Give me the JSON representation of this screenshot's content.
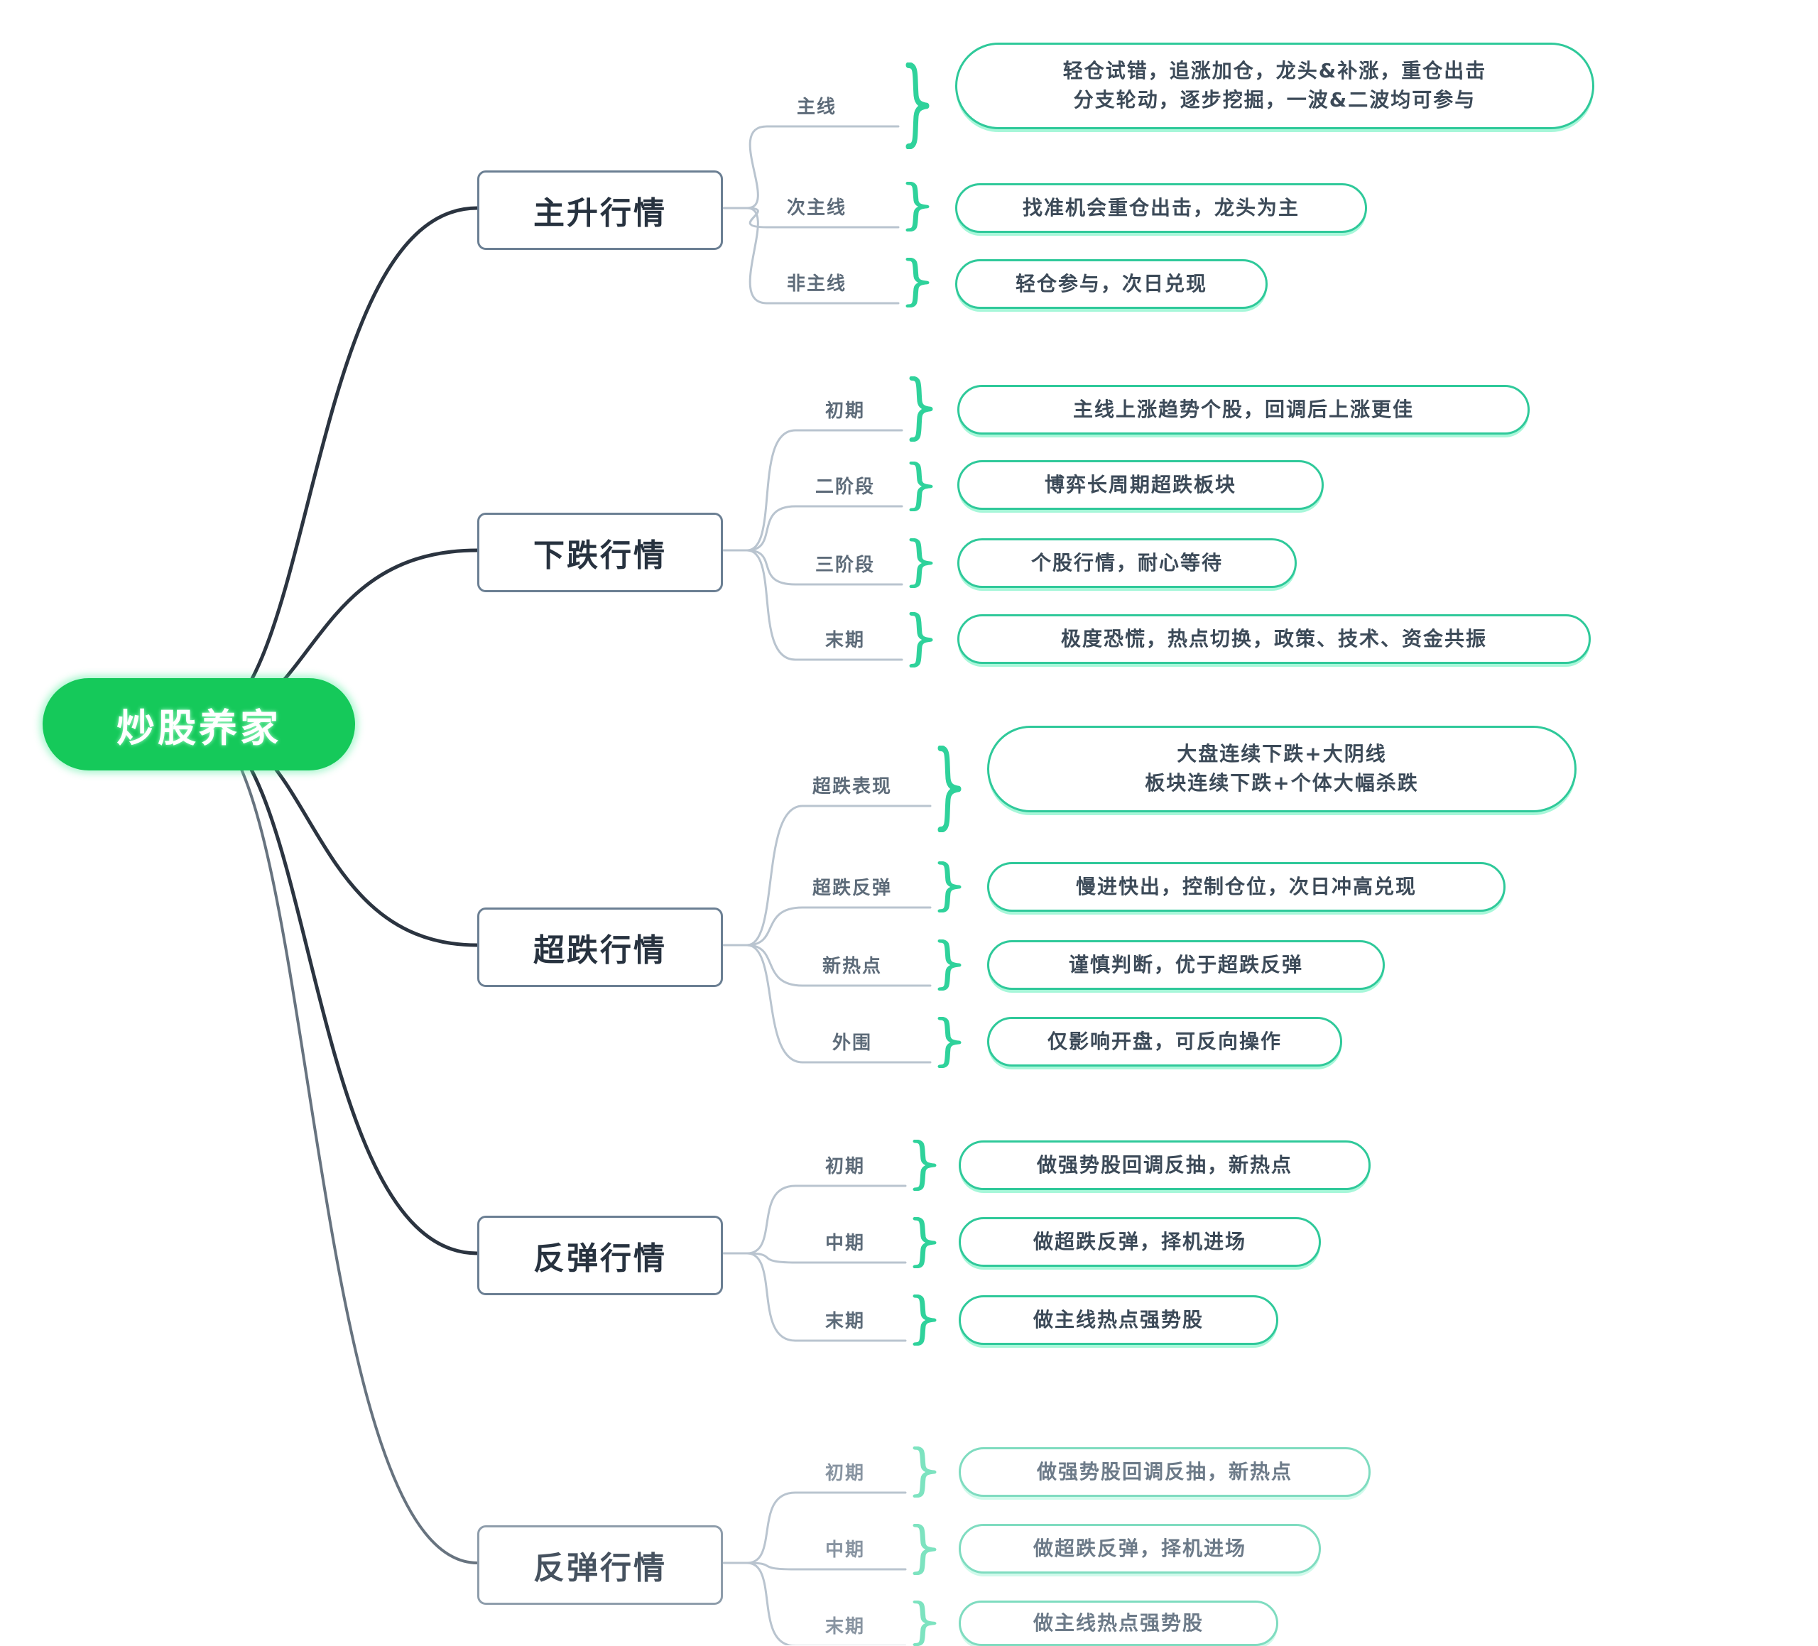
{
  "title": "炒股养家 行情策略思维导图",
  "colors": {
    "root_fill": "#15c95a",
    "root_text": "#ffffff",
    "branch_border": "#6b7f93",
    "leaf_border": "#2fc99a",
    "brace": "#2fd29b",
    "connector": "#2b3440",
    "sub_connector": "#b9c4cf",
    "background": "#ffffff"
  },
  "root": {
    "label": "炒股养家"
  },
  "branches": [
    {
      "label": "主升行情",
      "faded": false,
      "children": [
        {
          "label": "主线",
          "lines": [
            "轻仓试错，追涨加仓，龙头&补涨，重仓出击",
            "分支轮动，逐步挖掘，一波&二波均可参与"
          ]
        },
        {
          "label": "次主线",
          "lines": [
            "找准机会重仓出击，龙头为主"
          ]
        },
        {
          "label": "非主线",
          "lines": [
            "轻仓参与，次日兑现"
          ]
        }
      ]
    },
    {
      "label": "下跌行情",
      "faded": false,
      "children": [
        {
          "label": "初期",
          "lines": [
            "主线上涨趋势个股，回调后上涨更佳"
          ]
        },
        {
          "label": "二阶段",
          "lines": [
            "博弈长周期超跌板块"
          ]
        },
        {
          "label": "三阶段",
          "lines": [
            "个股行情，耐心等待"
          ]
        },
        {
          "label": "末期",
          "lines": [
            "极度恐慌，热点切换，政策、技术、资金共振"
          ]
        }
      ]
    },
    {
      "label": "超跌行情",
      "faded": false,
      "children": [
        {
          "label": "超跌表现",
          "lines": [
            "大盘连续下跌+大阴线",
            "板块连续下跌+个体大幅杀跌"
          ]
        },
        {
          "label": "超跌反弹",
          "lines": [
            "慢进快出，控制仓位，次日冲高兑现"
          ]
        },
        {
          "label": "新热点",
          "lines": [
            "谨慎判断，优于超跌反弹"
          ]
        },
        {
          "label": "外围",
          "lines": [
            "仅影响开盘，可反向操作"
          ]
        }
      ]
    },
    {
      "label": "反弹行情",
      "faded": false,
      "children": [
        {
          "label": "初期",
          "lines": [
            "做强势股回调反抽，新热点"
          ]
        },
        {
          "label": "中期",
          "lines": [
            "做超跌反弹，择机进场"
          ]
        },
        {
          "label": "末期",
          "lines": [
            "做主线热点强势股"
          ]
        }
      ]
    },
    {
      "label": "反弹行情",
      "faded": true,
      "children": [
        {
          "label": "初期",
          "lines": [
            "做强势股回调反抽，新热点"
          ]
        },
        {
          "label": "中期",
          "lines": [
            "做超跌反弹，择机进场"
          ]
        },
        {
          "label": "末期",
          "lines": [
            "做主线热点强势股"
          ]
        }
      ]
    }
  ]
}
